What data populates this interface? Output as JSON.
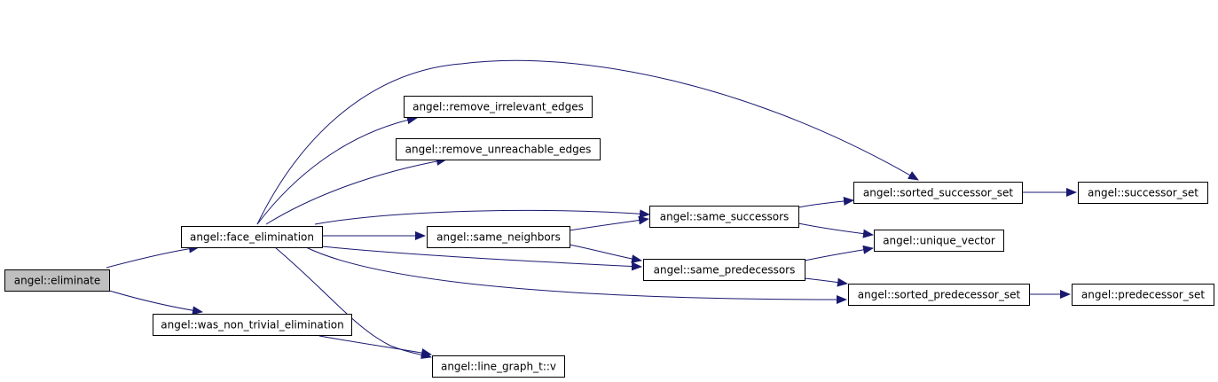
{
  "colors": {
    "edge": "#191970",
    "root_fill": "#bfbfbf",
    "node_fill": "#ffffff",
    "border": "#000000"
  },
  "nodes": [
    {
      "id": "eliminate",
      "label": "angel::eliminate",
      "root": true
    },
    {
      "id": "face_elimination",
      "label": "angel::face_elimination"
    },
    {
      "id": "was_non_trivial_elimination",
      "label": "angel::was_non_trivial_elimination"
    },
    {
      "id": "remove_irrelevant_edges",
      "label": "angel::remove_irrelevant_edges"
    },
    {
      "id": "remove_unreachable_edges",
      "label": "angel::remove_unreachable_edges"
    },
    {
      "id": "same_neighbors",
      "label": "angel::same_neighbors"
    },
    {
      "id": "same_successors",
      "label": "angel::same_successors"
    },
    {
      "id": "same_predecessors",
      "label": "angel::same_predecessors"
    },
    {
      "id": "sorted_successor_set",
      "label": "angel::sorted_successor_set"
    },
    {
      "id": "successor_set",
      "label": "angel::successor_set"
    },
    {
      "id": "unique_vector",
      "label": "angel::unique_vector"
    },
    {
      "id": "sorted_predecessor_set",
      "label": "angel::sorted_predecessor_set"
    },
    {
      "id": "predecessor_set",
      "label": "angel::predecessor_set"
    },
    {
      "id": "line_graph_v",
      "label": "angel::line_graph_t::v"
    }
  ],
  "edges": [
    {
      "from": "eliminate",
      "to": "face_elimination"
    },
    {
      "from": "eliminate",
      "to": "was_non_trivial_elimination"
    },
    {
      "from": "face_elimination",
      "to": "remove_irrelevant_edges"
    },
    {
      "from": "face_elimination",
      "to": "remove_unreachable_edges"
    },
    {
      "from": "face_elimination",
      "to": "sorted_successor_set"
    },
    {
      "from": "face_elimination",
      "to": "same_successors"
    },
    {
      "from": "face_elimination",
      "to": "same_neighbors"
    },
    {
      "from": "face_elimination",
      "to": "same_predecessors"
    },
    {
      "from": "face_elimination",
      "to": "sorted_predecessor_set"
    },
    {
      "from": "face_elimination",
      "to": "line_graph_v"
    },
    {
      "from": "was_non_trivial_elimination",
      "to": "line_graph_v"
    },
    {
      "from": "same_neighbors",
      "to": "same_successors"
    },
    {
      "from": "same_neighbors",
      "to": "same_predecessors"
    },
    {
      "from": "same_successors",
      "to": "sorted_successor_set"
    },
    {
      "from": "same_successors",
      "to": "unique_vector"
    },
    {
      "from": "same_predecessors",
      "to": "unique_vector"
    },
    {
      "from": "same_predecessors",
      "to": "sorted_predecessor_set"
    },
    {
      "from": "sorted_successor_set",
      "to": "successor_set"
    },
    {
      "from": "sorted_predecessor_set",
      "to": "predecessor_set"
    }
  ]
}
